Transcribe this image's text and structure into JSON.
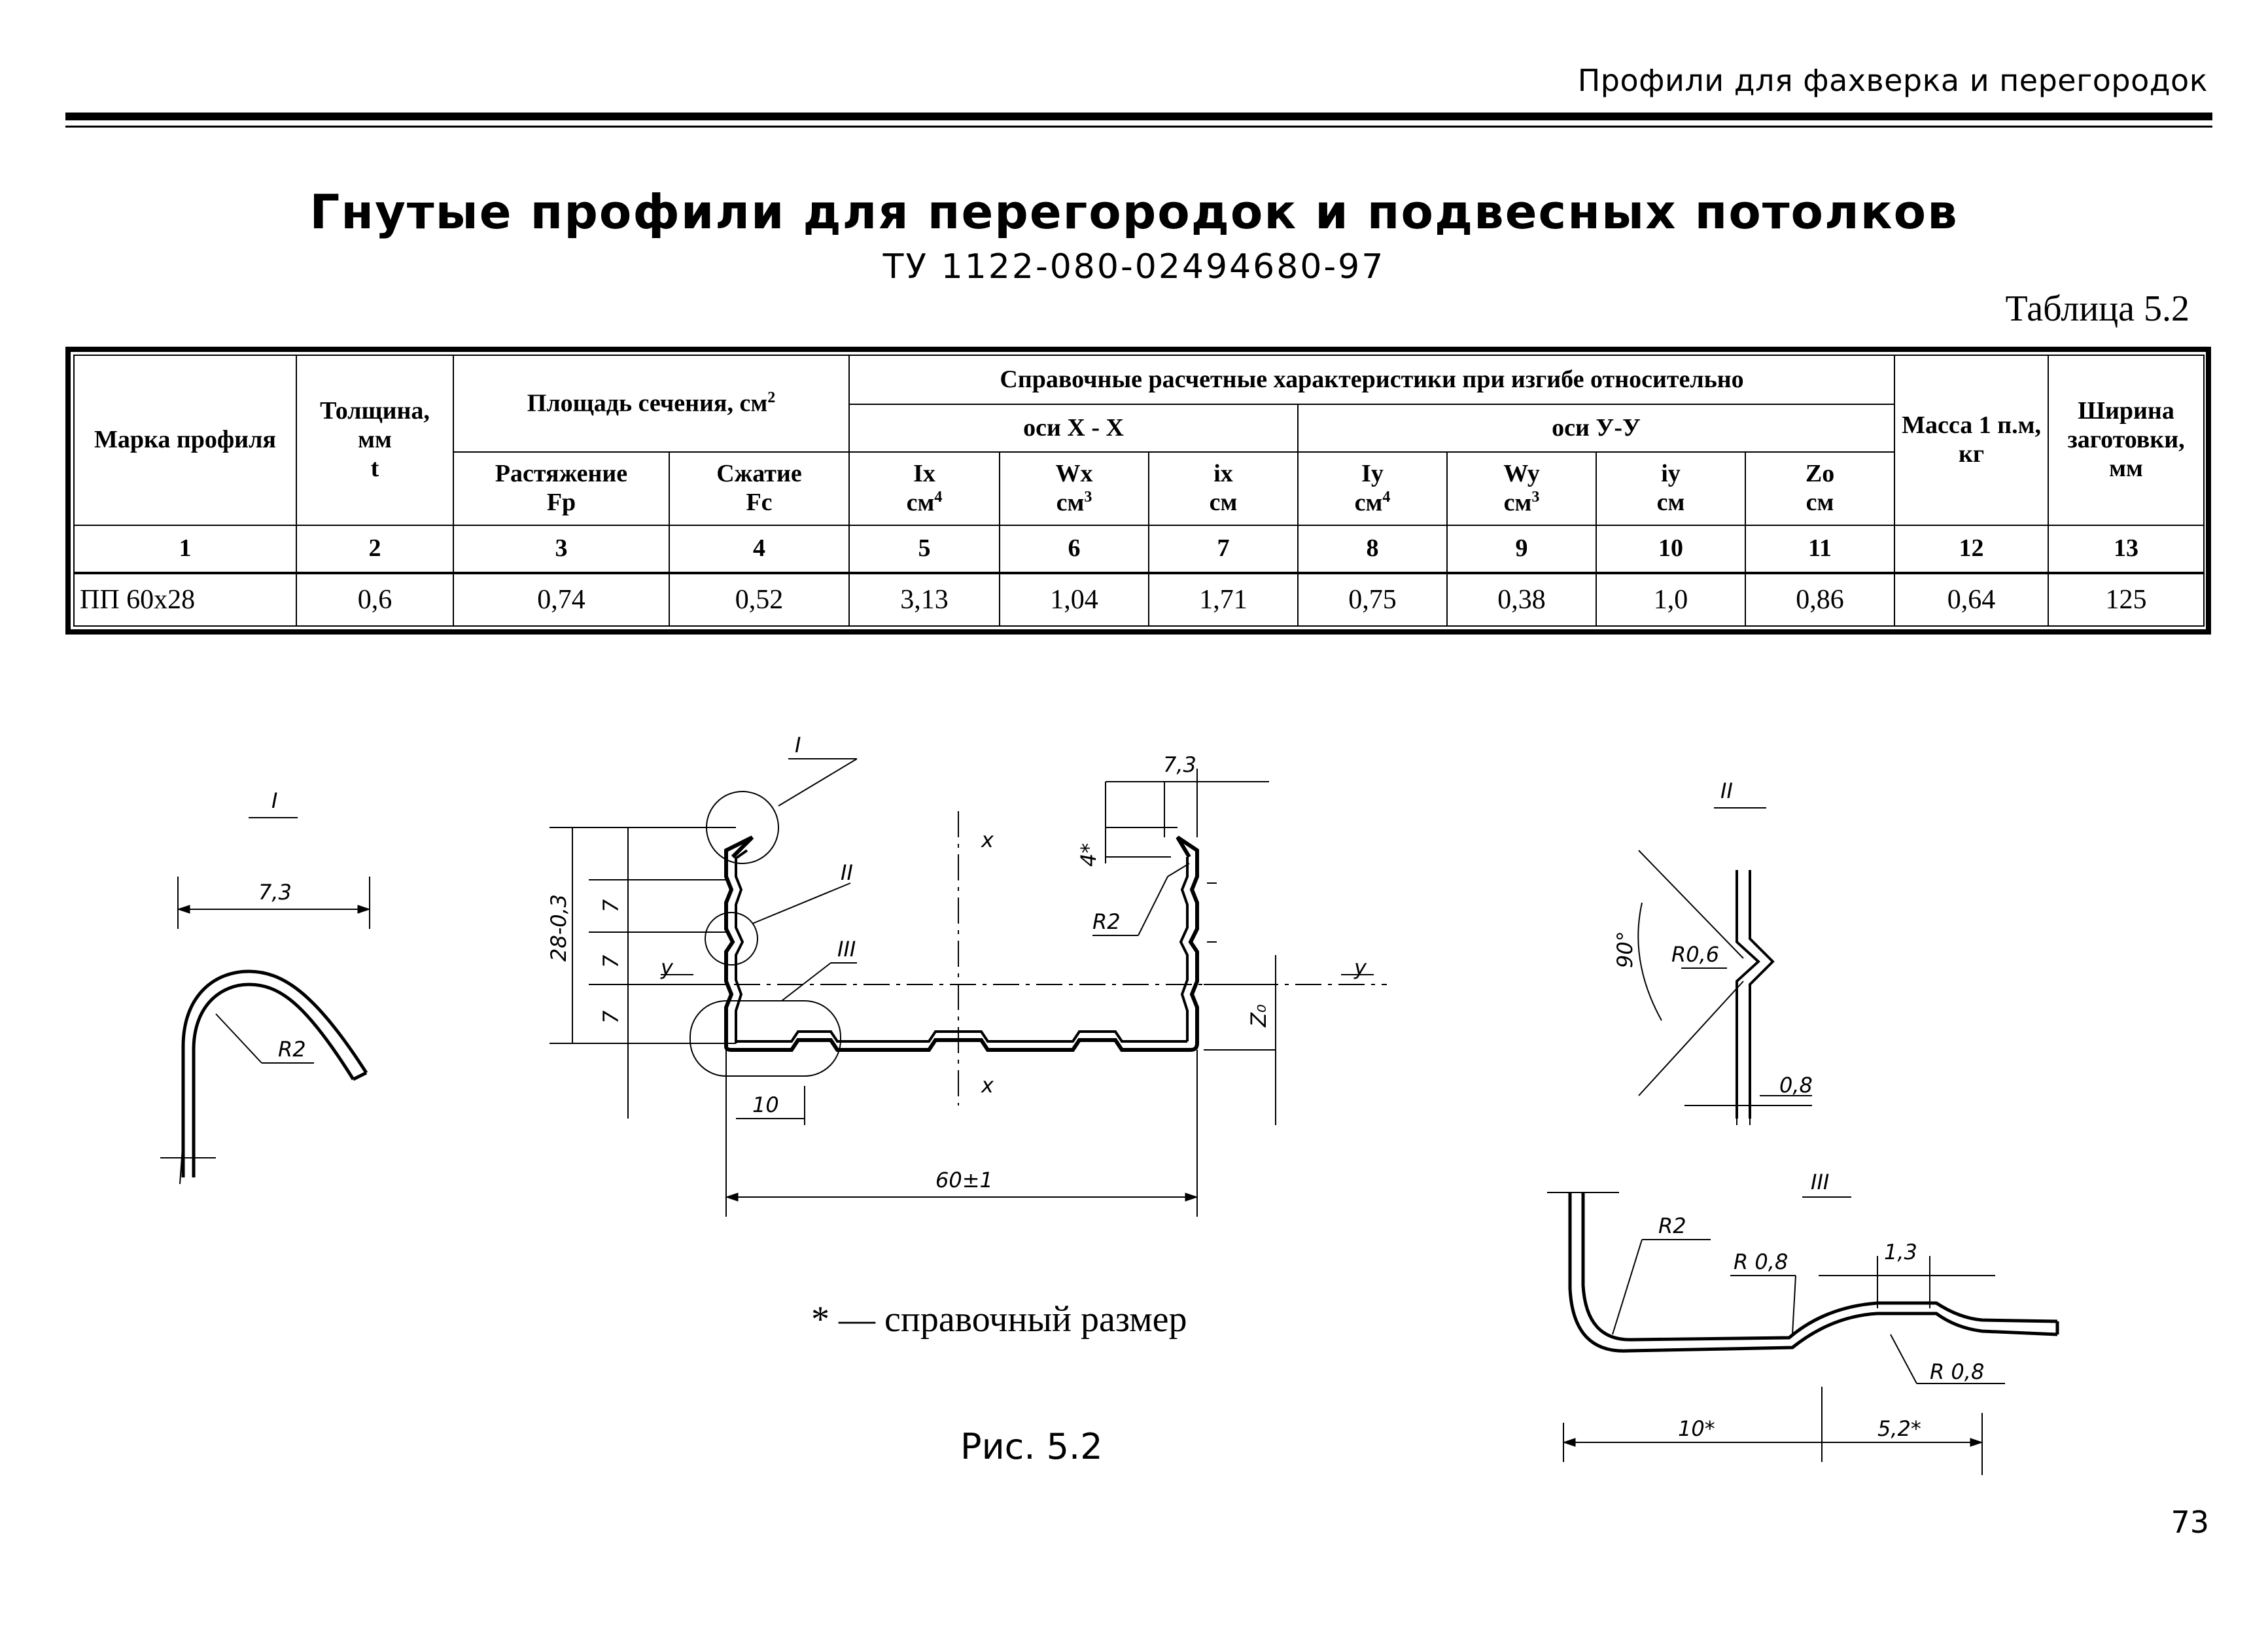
{
  "header": {
    "running_title": "Профили для фахверка и перегородок",
    "page_number": "73"
  },
  "title": "Гнутые профили для перегородок и подвесных потолков",
  "subtitle": "ТУ 1122-080-02494680-97",
  "table": {
    "caption": "Таблица 5.2",
    "headers": {
      "mark": "Марка профиля",
      "thickness": "Толщина, мм",
      "thickness_sym": "t",
      "area": "Площадь сечения, см",
      "area_exp": "2",
      "tension": "Растяжение",
      "tension_sym": "Fp",
      "compression": "Сжатие",
      "compression_sym": "Fc",
      "bending": "Справочные расчетные характеристики при изгибе относительно",
      "axis_x": "оси Х - Х",
      "axis_y": "оси У-У",
      "ix_big": "Ix",
      "ix_big_unit": "см",
      "ix_big_exp": "4",
      "wx": "Wx",
      "wx_unit": "см",
      "wx_exp": "3",
      "ix": "ix",
      "ix_unit": "см",
      "iy_big": "Iy",
      "iy_big_unit": "см",
      "iy_big_exp": "4",
      "wy": "Wy",
      "wy_unit": "см",
      "wy_exp": "3",
      "iy": "iy",
      "iy_unit": "см",
      "zo": "Zo",
      "zo_unit": "см",
      "mass": "Масса 1 п.м, кг",
      "blank": "Ширина заготовки, мм"
    },
    "column_numbers": [
      "1",
      "2",
      "3",
      "4",
      "5",
      "6",
      "7",
      "8",
      "9",
      "10",
      "11",
      "12",
      "13"
    ],
    "rows": [
      [
        "ПП 60х28",
        "0,6",
        "0,74",
        "0,52",
        "3,13",
        "1,04",
        "1,71",
        "0,75",
        "0,38",
        "1,0",
        "0,86",
        "0,64",
        "125"
      ]
    ]
  },
  "figure": {
    "detail_I": {
      "label": "I",
      "width": "7,3",
      "radius": "R2"
    },
    "main": {
      "callout_I": "I",
      "callout_II": "II",
      "callout_III": "III",
      "dim_height": "28-0,3",
      "dim_7a": "7",
      "dim_7b": "7",
      "dim_7c": "7",
      "dim_top": "7,3",
      "dim_4": "4*",
      "radius": "R2",
      "axis_x_top": "x",
      "axis_x_bottom": "x",
      "axis_y_left": "y",
      "axis_y_right": "y",
      "z0": "Z₀",
      "dim_10": "10",
      "dim_60": "60±1"
    },
    "detail_II": {
      "label": "II",
      "angle": "90°",
      "radius": "R0,6",
      "thickness": "0,8"
    },
    "detail_III": {
      "label": "III",
      "radius": "R2",
      "r08a": "R 0,8",
      "dim_13": "1,3",
      "r08b": "R 0,8",
      "dim_10": "10*",
      "dim_52": "5,2*"
    },
    "footnote": "* — справочный размер",
    "caption": "Рис. 5.2"
  }
}
